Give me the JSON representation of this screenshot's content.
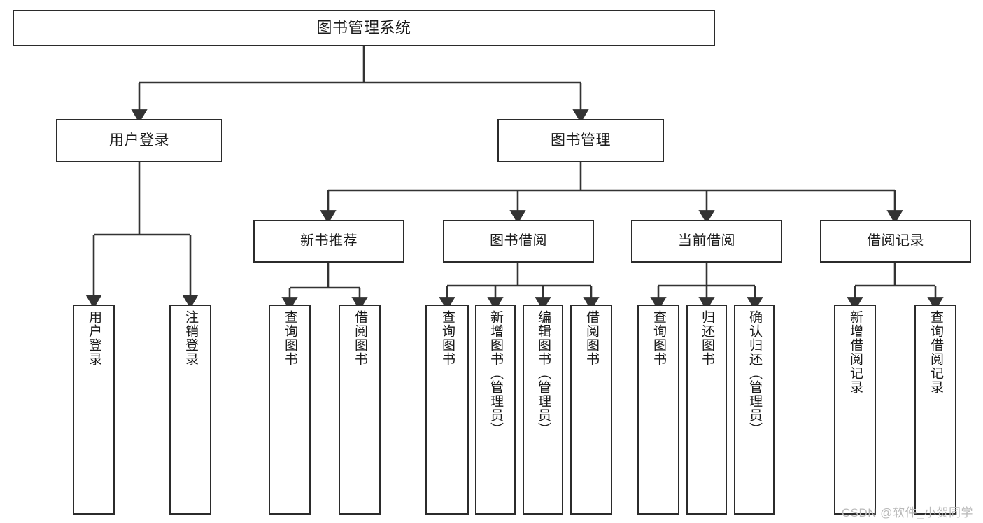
{
  "diagram": {
    "title": "图书管理系统",
    "type": "tree-hierarchy-chart",
    "root": {
      "label": "图书管理系统"
    },
    "level1": [
      {
        "label": "用户登录"
      },
      {
        "label": "图书管理"
      }
    ],
    "level2": [
      {
        "label": "新书推荐"
      },
      {
        "label": "图书借阅"
      },
      {
        "label": "当前借阅"
      },
      {
        "label": "借阅记录"
      }
    ],
    "leaves": {
      "user_login": [
        {
          "label": "用户登录"
        },
        {
          "label": "注销登录"
        }
      ],
      "new_book_recommend": [
        {
          "label": "查询图书"
        },
        {
          "label": "借阅图书"
        }
      ],
      "book_borrow": [
        {
          "label": "查询图书"
        },
        {
          "label": "新增图书（管理员）"
        },
        {
          "label": "编辑图书（管理员）"
        },
        {
          "label": "借阅图书"
        }
      ],
      "current_borrow": [
        {
          "label": "查询图书"
        },
        {
          "label": "归还图书"
        },
        {
          "label": "确认归还（管理员）"
        }
      ],
      "borrow_record": [
        {
          "label": "新增借阅记录"
        },
        {
          "label": "查询借阅记录"
        }
      ]
    }
  },
  "watermark": {
    "text": "CSDN @软件_小贺同学"
  },
  "colors": {
    "box_border": "#2b2b2b",
    "box_fill": "#ffffff",
    "connector": "#333333",
    "text": "#1a1a1a",
    "watermark": "#b9b9b9",
    "background": "#ffffff"
  }
}
